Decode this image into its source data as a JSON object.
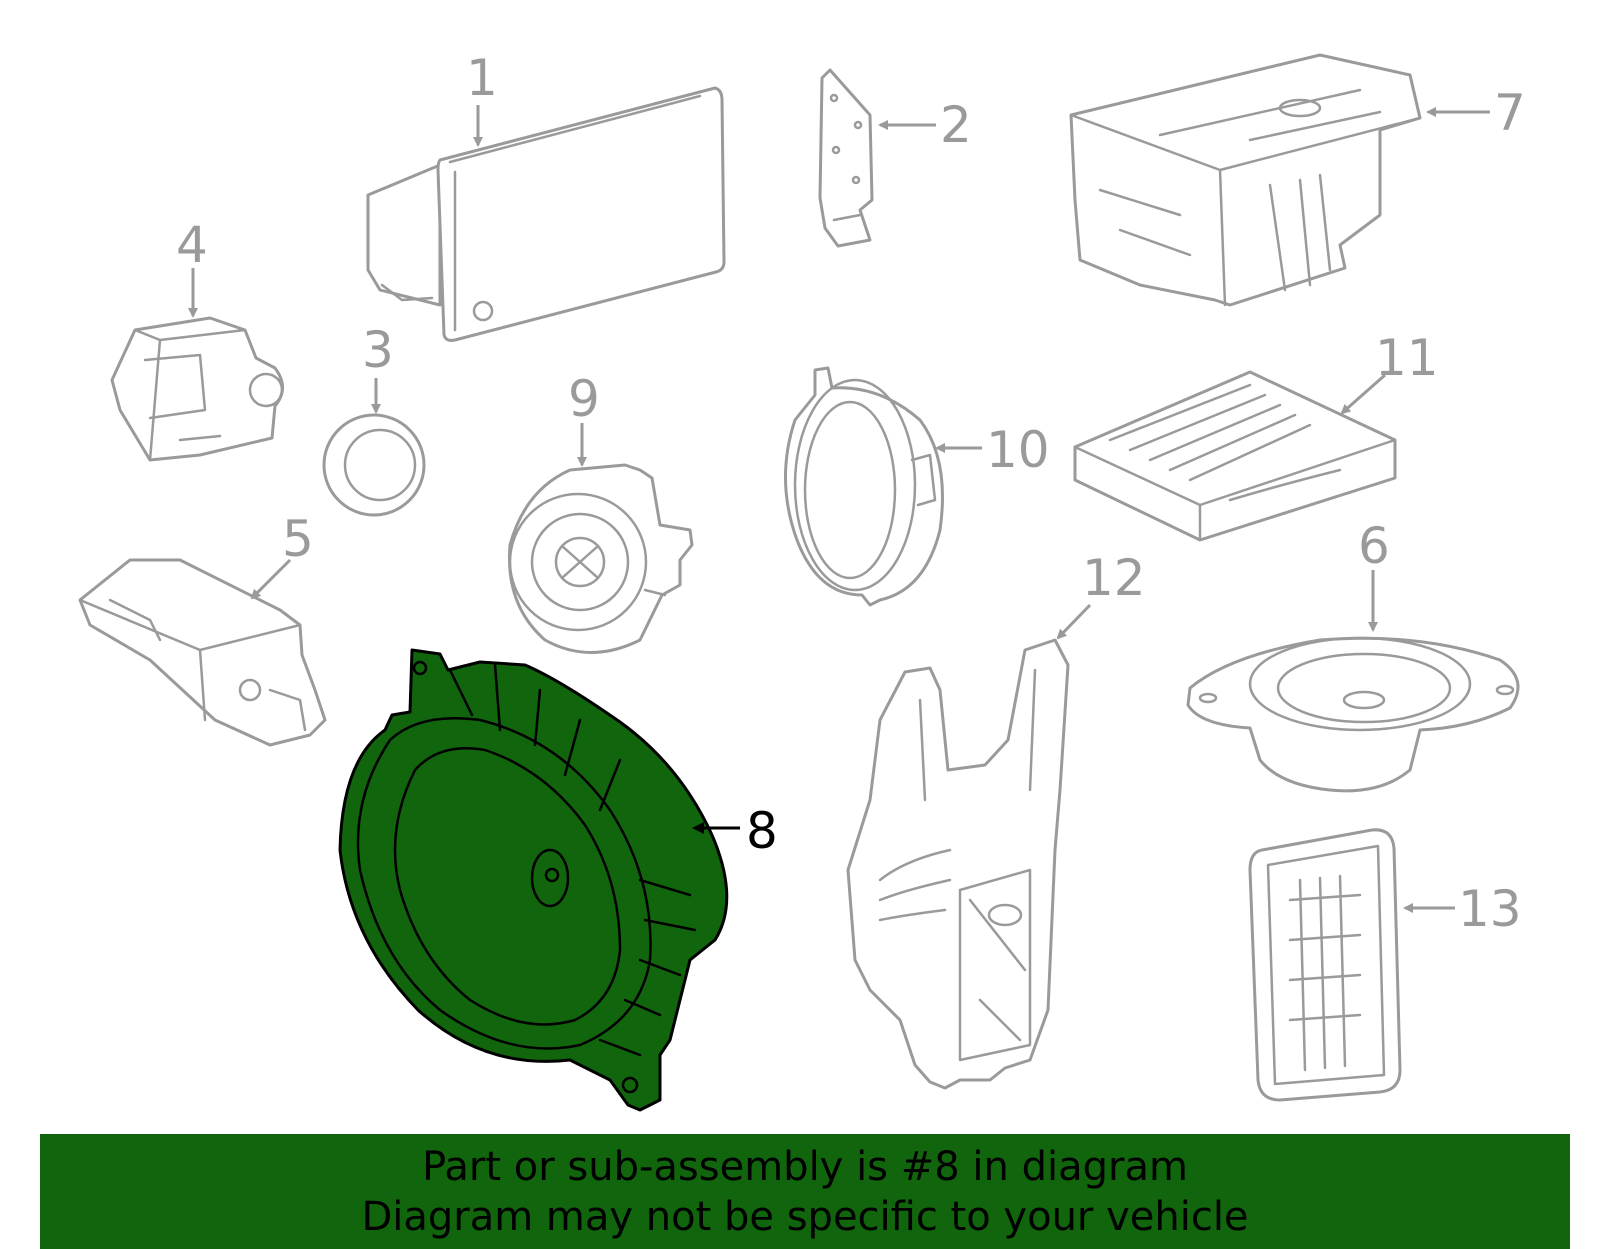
{
  "callouts": {
    "c1": "1",
    "c2": "2",
    "c3": "3",
    "c4": "4",
    "c5": "5",
    "c6": "6",
    "c7": "7",
    "c8": "8",
    "c9": "9",
    "c10": "10",
    "c11": "11",
    "c12": "12",
    "c13": "13"
  },
  "highlight": {
    "part_number": "8",
    "fill_color": "#11650c",
    "outline_color": "#000000",
    "other_parts_color": "#9a9a9a"
  },
  "banner": {
    "line1": "Part or sub-assembly is #8 in diagram",
    "line2": "Diagram may not be specific to your vehicle",
    "background": "#11650c"
  }
}
